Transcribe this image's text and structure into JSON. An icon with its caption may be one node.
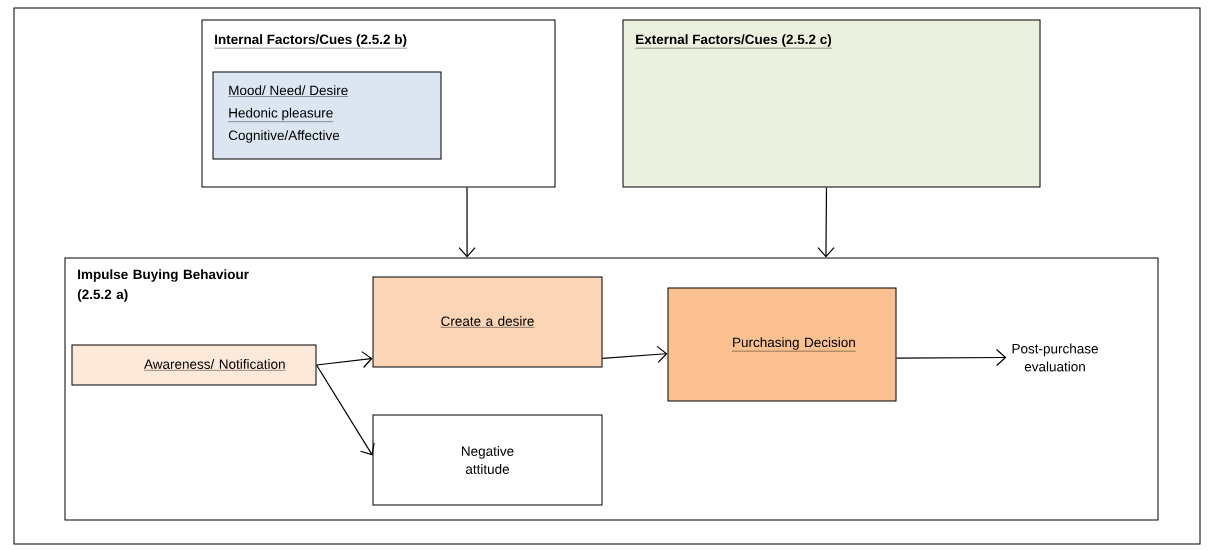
{
  "diagram": {
    "nodes": [
      {
        "text": [
          "Internal Factors/Cues (2.5.2 b)"
        ]
      },
      {
        "text": [
          "Mood/ Need/ Desire",
          "Hedonic pleasure",
          "Cognitive/Affective"
        ],
        "in": 0
      },
      {
        "text": [
          "External Factors/Cues (2.5.2 c)"
        ]
      },
      {
        "text": [
          "Impulse Buying Behaviour (2.5.2 a)"
        ]
      },
      {
        "text": [
          "Awareness/ Notification"
        ],
        "in": 3
      },
      {
        "text": [
          "Create a desire"
        ],
        "in": 3
      },
      {
        "text": [
          "Purchasing Decision"
        ],
        "in": 3
      },
      {
        "text": [
          "Post-purchase evaluation"
        ],
        "in": 3
      },
      {
        "text": [
          "Negative attitude"
        ],
        "in": 3
      }
    ],
    "edges": [
      {
        "from": 0,
        "to": 3,
        "arrow": "to"
      },
      {
        "from": 2,
        "to": 3,
        "arrow": "to"
      },
      {
        "from": 4,
        "to": 5,
        "arrow": "to"
      },
      {
        "from": 4,
        "to": 8,
        "arrow": "to"
      },
      {
        "from": 5,
        "to": 6,
        "arrow": "to"
      },
      {
        "from": 6,
        "to": 7,
        "arrow": "to"
      }
    ]
  }
}
